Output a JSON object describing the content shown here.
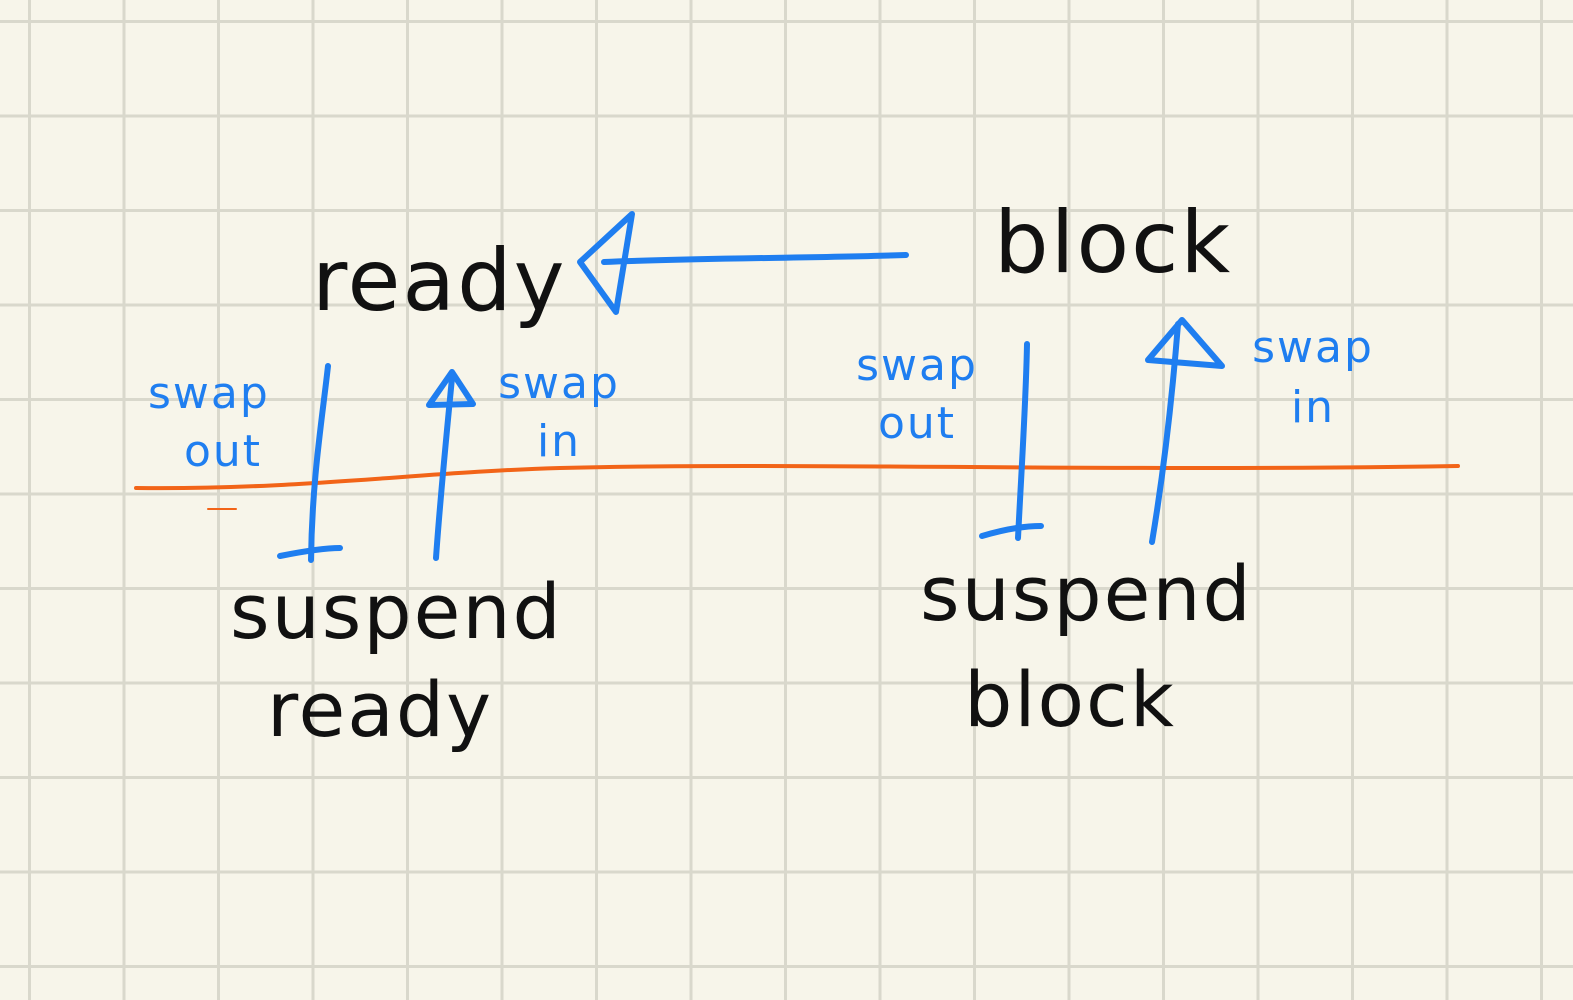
{
  "states": {
    "ready": "ready",
    "block": "block",
    "suspend_ready_line1": "suspend",
    "suspend_ready_line2": "ready",
    "suspend_block_line1": "suspend",
    "suspend_block_line2": "block"
  },
  "transitions": {
    "left_swap_out_line1": "swap",
    "left_swap_out_line2": "out",
    "left_swap_in_line1": "swap",
    "left_swap_in_line2": "in",
    "right_swap_out_line1": "swap",
    "right_swap_out_line2": "out",
    "right_swap_in_line1": "swap",
    "right_swap_in_line2": "in"
  },
  "colors": {
    "paper": "#f7f5ea",
    "grid": "#d9d8cc",
    "ink": "#111111",
    "arrows": "#1f7ef0",
    "divider": "#f26418"
  }
}
